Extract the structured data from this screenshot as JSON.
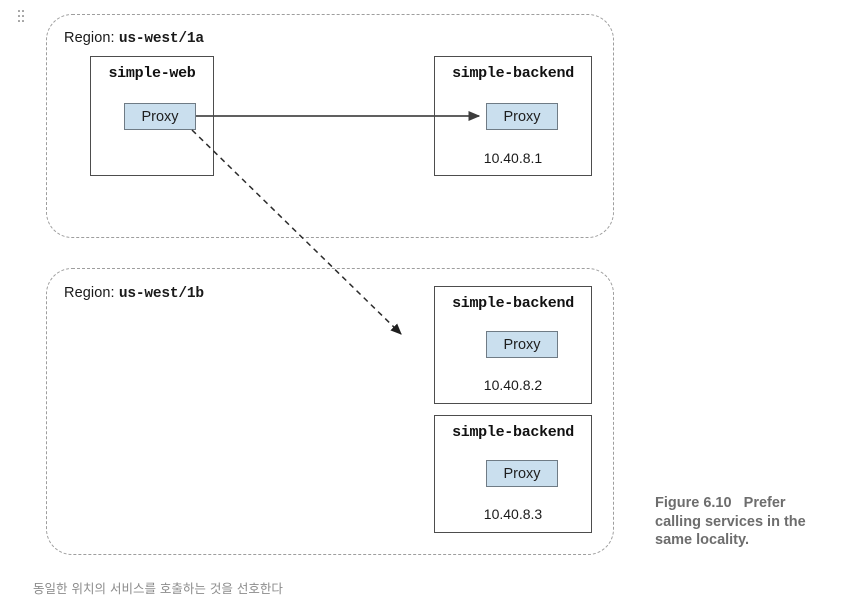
{
  "figure": {
    "number_label": "Figure 6.10",
    "caption_rest": "Prefer calling services in the same locality.",
    "translation": "동일한 위치의 서비스를 호출하는 것을 선호한다"
  },
  "colors": {
    "proxy_fill": "#cadfee",
    "proxy_border": "#6f7b85",
    "box_border": "#4d4d4d",
    "region_border": "#9e9e9e",
    "caption_text": "#6d6d6d",
    "translation_text": "#8c8c8c",
    "arrow_solid": "#4a4a4a",
    "arrow_dashed": "#2b2b2b"
  },
  "regions": [
    {
      "id": "us-west-1a",
      "label_prefix": "Region:",
      "label_value": "us-west/1a"
    },
    {
      "id": "us-west-1b",
      "label_prefix": "Region:",
      "label_value": "us-west/1b"
    }
  ],
  "services": [
    {
      "id": "simple-web",
      "title": "simple-web",
      "proxy_label": "Proxy",
      "ip": ""
    },
    {
      "id": "simple-backend-1",
      "title": "simple-backend",
      "proxy_label": "Proxy",
      "ip": "10.40.8.1"
    },
    {
      "id": "simple-backend-2",
      "title": "simple-backend",
      "proxy_label": "Proxy",
      "ip": "10.40.8.2"
    },
    {
      "id": "simple-backend-3",
      "title": "simple-backend",
      "proxy_label": "Proxy",
      "ip": "10.40.8.3"
    }
  ],
  "connectors": [
    {
      "id": "web-to-backend-1",
      "style": "solid",
      "from": "simple-web.proxy",
      "to": "simple-backend-1.proxy"
    },
    {
      "id": "web-to-backend-2",
      "style": "dashed",
      "from": "simple-web.proxy",
      "to": "us-west-1b"
    }
  ]
}
